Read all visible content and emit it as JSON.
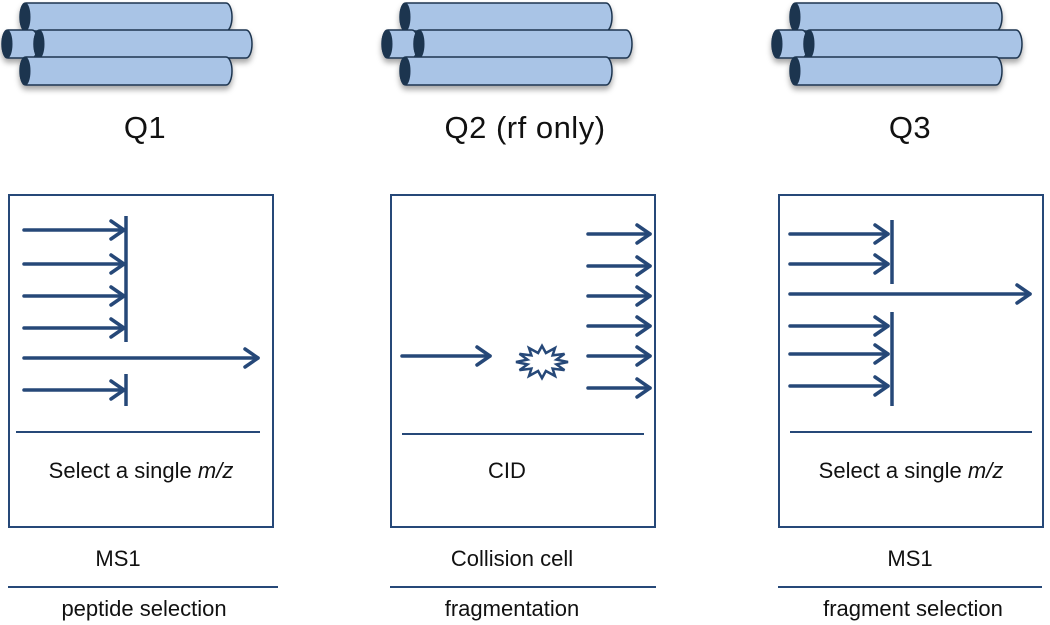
{
  "quadrupoles": [
    {
      "title": "Q1",
      "caption_text": "Select a single ",
      "caption_em": "m/z",
      "function": "MS1",
      "role": "peptide selection",
      "arrows": "filter-ms1"
    },
    {
      "title": "Q2 (rf only)",
      "caption_text": "CID",
      "caption_em": "",
      "function": "Collision cell",
      "role": "fragmentation",
      "arrows": "collision"
    },
    {
      "title": "Q3",
      "caption_text": "Select a single ",
      "caption_em": "m/z",
      "function": "MS1",
      "role": "fragment selection",
      "arrows": "filter-ms3"
    }
  ],
  "colors": {
    "rod_fill": "#a9c4e6",
    "rod_end": "#1f3550",
    "rod_outline": "#1f3550",
    "line": "#264878"
  }
}
